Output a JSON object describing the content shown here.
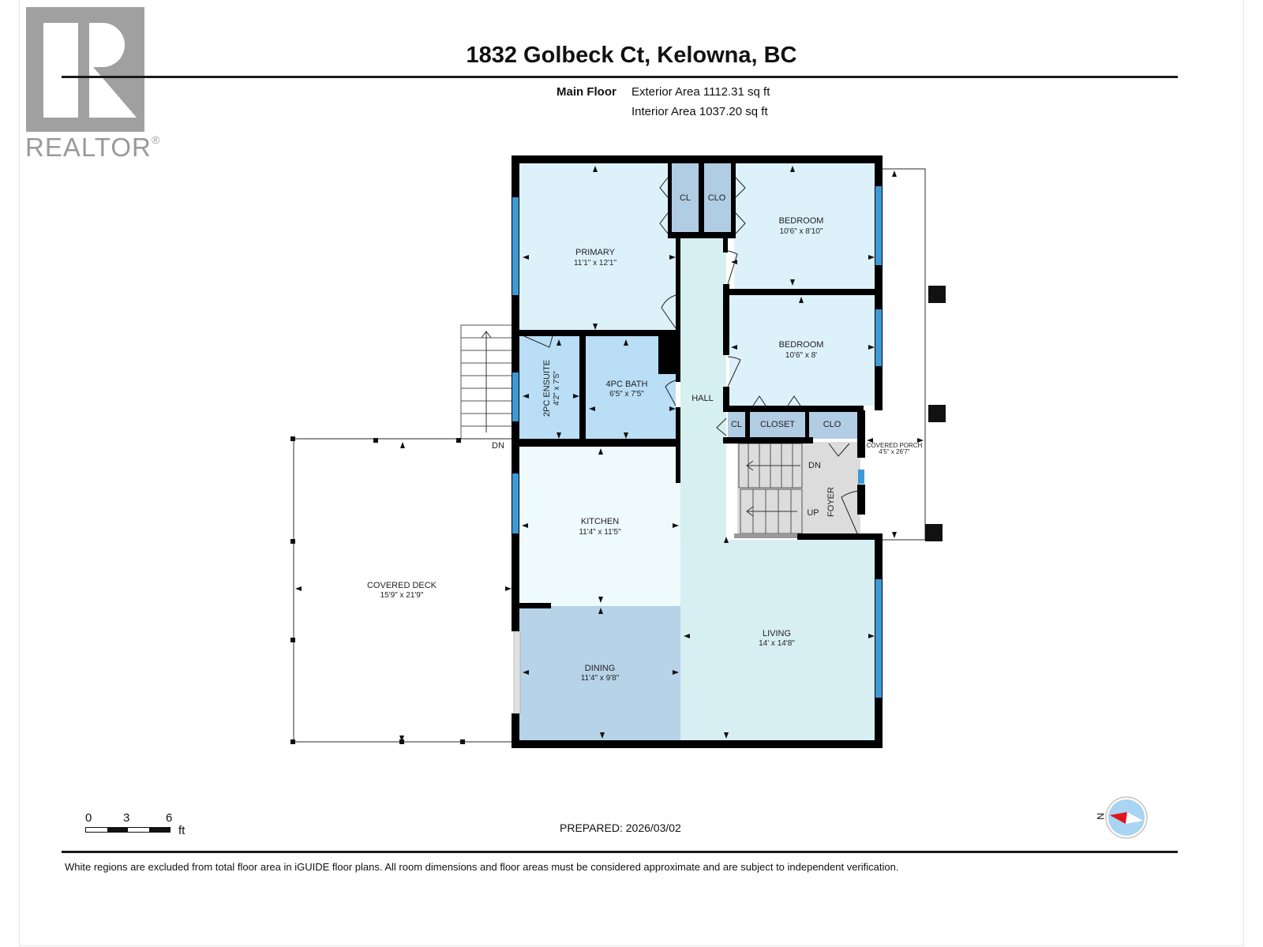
{
  "header": {
    "logo_word": "REALTOR",
    "logo_mark": "®",
    "title": "1832 Golbeck Ct, Kelowna, BC",
    "floor_name": "Main Floor",
    "exterior_area": "Exterior Area 1112.31 sq ft",
    "interior_area": "Interior Area 1037.20 sq ft"
  },
  "rooms": {
    "primary": {
      "name": "PRIMARY",
      "dims": "11'1\" x 12'1\""
    },
    "cl_primary": {
      "name": "CL"
    },
    "clo_bedroom1": {
      "name": "CLO"
    },
    "bedroom1": {
      "name": "BEDROOM",
      "dims": "10'6\" x 8'10\""
    },
    "bedroom2": {
      "name": "BEDROOM",
      "dims": "10'6\" x 8'"
    },
    "ensuite": {
      "name": "2PC ENSUITE",
      "dims": "4'2\" x 7'5\""
    },
    "bath": {
      "name": "4PC BATH",
      "dims": "6'5\" x 7'5\""
    },
    "hall": {
      "name": "HALL"
    },
    "cl_hall": {
      "name": "CL"
    },
    "closet": {
      "name": "CLOSET"
    },
    "clo_foyer": {
      "name": "CLO"
    },
    "covered_porch": {
      "name": "COVERED PORCH",
      "dims": "4'5\" x 26'7\""
    },
    "foyer": {
      "name": "FOYER"
    },
    "stairs_down": {
      "name": "DN"
    },
    "stairs_up": {
      "name": "UP"
    },
    "kitchen": {
      "name": "KITCHEN",
      "dims": "11'4\" x 11'5\""
    },
    "dining": {
      "name": "DINING",
      "dims": "11'4\" x 9'8\""
    },
    "living": {
      "name": "LIVING",
      "dims": "14' x 14'8\""
    },
    "covered_deck": {
      "name": "COVERED DECK",
      "dims": "15'9\" x 21'9\""
    },
    "deck_stairs": {
      "name": "DN"
    }
  },
  "colors": {
    "wall": "#000000",
    "bedroom_fill": "#ddf1fb",
    "bath_fill": "#b9def5",
    "closet_fill": "#b1cde4",
    "hall_fill": "#d6eff1",
    "kitchen_fill": "#eefafb",
    "dining_fill": "#b6d3e8",
    "living_fill": "#d7eff2",
    "foyer_fill": "#dcdcdc",
    "window": "#3d9ad6",
    "compass_red": "#e0141c",
    "compass_blue": "#a9d4f2"
  },
  "scale": {
    "ticks": [
      "0",
      "3",
      "6"
    ],
    "unit": "ft"
  },
  "footer": {
    "prepared": "PREPARED: 2026/03/02",
    "disclaimer": "White regions are excluded from total floor area in iGUIDE floor plans. All room dimensions and floor areas must be considered approximate and are subject to independent verification.",
    "compass_label": "N"
  }
}
